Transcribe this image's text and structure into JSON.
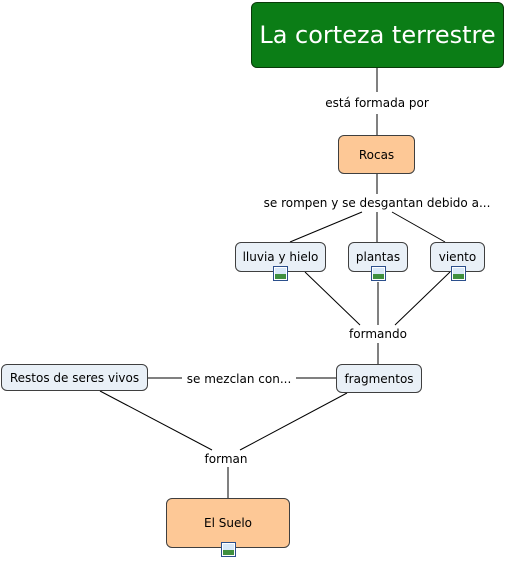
{
  "diagram": {
    "title": "La corteza terrestre",
    "nodes": {
      "rocas": "Rocas",
      "lluvia": "lluvia y hielo",
      "plantas": "plantas",
      "viento": "viento",
      "fragmentos": "fragmentos",
      "restos": "Restos de seres vivos",
      "suelo": "El Suelo"
    },
    "links": {
      "esta_formada_por": "está formada por",
      "se_rompen": "se rompen y se desgantan debido a...",
      "formando": "formando",
      "se_mezclan": "se mezclan con...",
      "forman": "forman"
    },
    "icons": [
      "image-icon",
      "image-icon",
      "image-icon",
      "image-icon"
    ]
  },
  "colors": {
    "title_bg": "#0b7d16",
    "orange_node": "#fdc896",
    "light_node": "#e9f0f7"
  }
}
